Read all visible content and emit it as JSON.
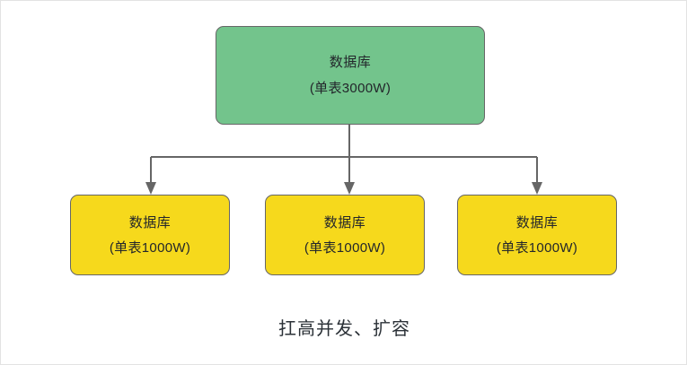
{
  "diagram": {
    "title_caption": "扛高并发、扩容",
    "accent_colors": {
      "root_fill": "#73c48c",
      "leaf_fill": "#f6d91c",
      "border": "#666666",
      "connector": "#666666",
      "text": "#23262b",
      "caption_text": "#2b3137",
      "background": "#ffffff"
    },
    "root": {
      "line1": "数据库",
      "line2": "(单表3000W)"
    },
    "leaves": [
      {
        "line1": "数据库",
        "line2": "(单表1000W)"
      },
      {
        "line1": "数据库",
        "line2": "(单表1000W)"
      },
      {
        "line1": "数据库",
        "line2": "(单表1000W)"
      }
    ]
  }
}
